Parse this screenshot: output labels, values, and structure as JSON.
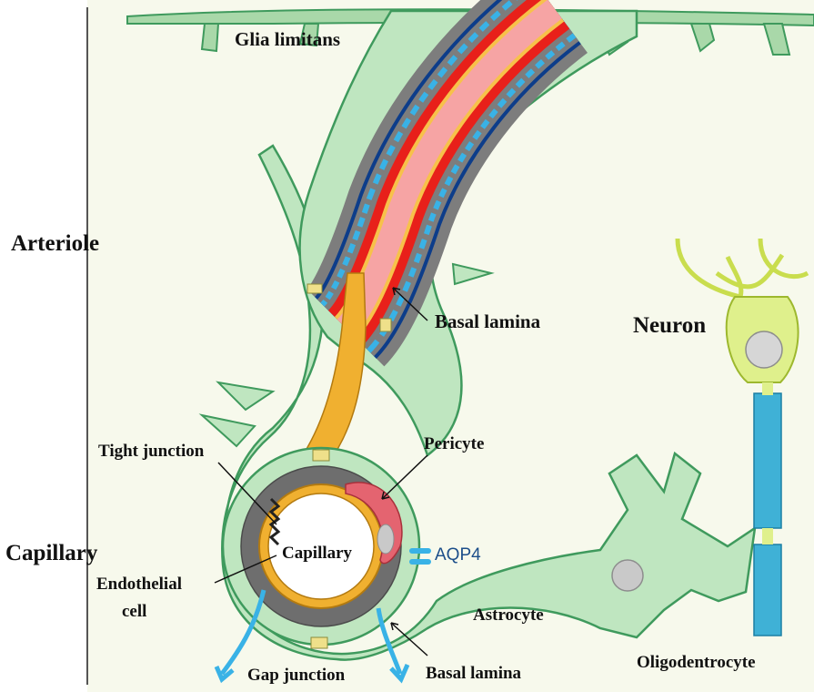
{
  "labels": {
    "glia_limitans": "Glia limitans",
    "arteriole": "Arteriole",
    "capillary_section": "Capillary",
    "basal_lamina_top": "Basal lamina",
    "neuron": "Neuron",
    "tight_junction": "Tight junction",
    "pericyte": "Pericyte",
    "capillary_lumen": "Capillary",
    "aqp4": "AQP4",
    "endothelial_cell_line1": "Endothelial",
    "endothelial_cell_line2": "cell",
    "astrocyte": "Astrocyte",
    "gap_junction": "Gap junction",
    "basal_lamina_bottom": "Basal lamina",
    "oligodendrocyte": "Oligodentrocyte"
  },
  "colors": {
    "glia": "#a9d8a9",
    "glia_outline": "#3f9a5d",
    "background": "#f7f9ec",
    "vessel_red": "#e8201a",
    "vessel_pink": "#f6a4a4",
    "dark_blue": "#0d3d8a",
    "light_blue": "#39b2e6",
    "grey": "#7d7d7d",
    "endothelial_yellow": "#f0b030",
    "pericyte_red": "#e46470",
    "neuron_yellow": "#dff08c",
    "axon_blue": "#3fb1d6"
  }
}
